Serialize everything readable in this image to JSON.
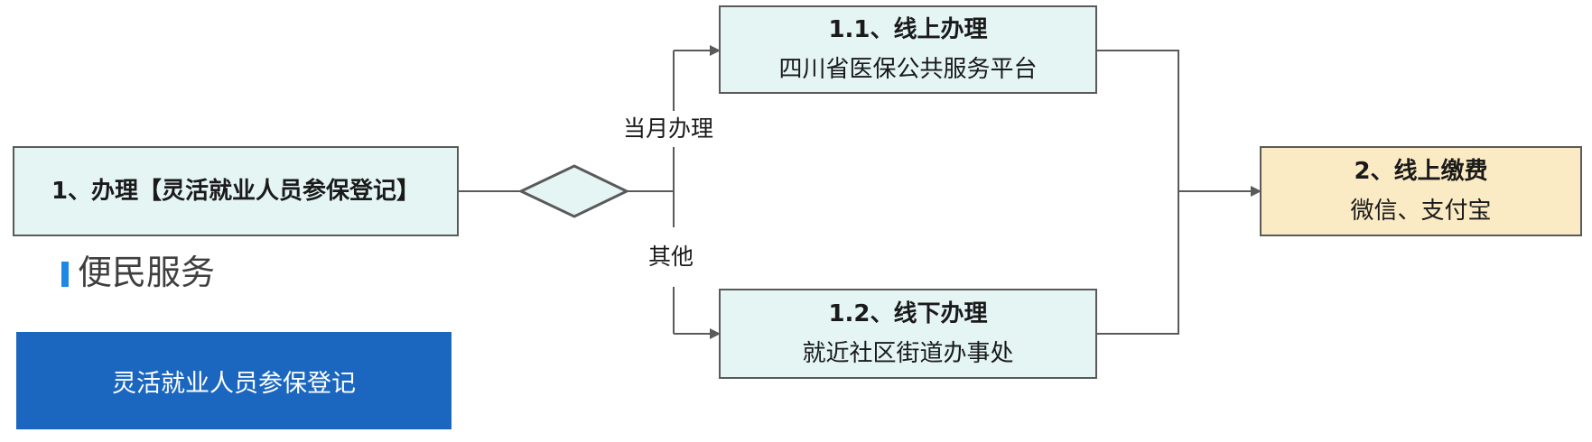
{
  "flow": {
    "step1": {
      "title": "1、办理【灵活就业人员参保登记】"
    },
    "branch_online": {
      "title": "1.1、线上办理",
      "subtitle": "四川省医保公共服务平台"
    },
    "branch_offline": {
      "title": "1.2、线下办理",
      "subtitle": "就近社区街道办事处"
    },
    "step2": {
      "title": "2、线上缴费",
      "subtitle": "微信、支付宝"
    },
    "label_current_month": "当月办理",
    "label_other": "其他"
  },
  "service": {
    "title": "便民服务",
    "button_label": "灵活就业人员参保登记"
  },
  "colors": {
    "cyan_box": "#e4f5f4",
    "yellow_box": "#fbebc4",
    "accent_blue": "#1b67c0",
    "border": "#5a5a5a"
  }
}
